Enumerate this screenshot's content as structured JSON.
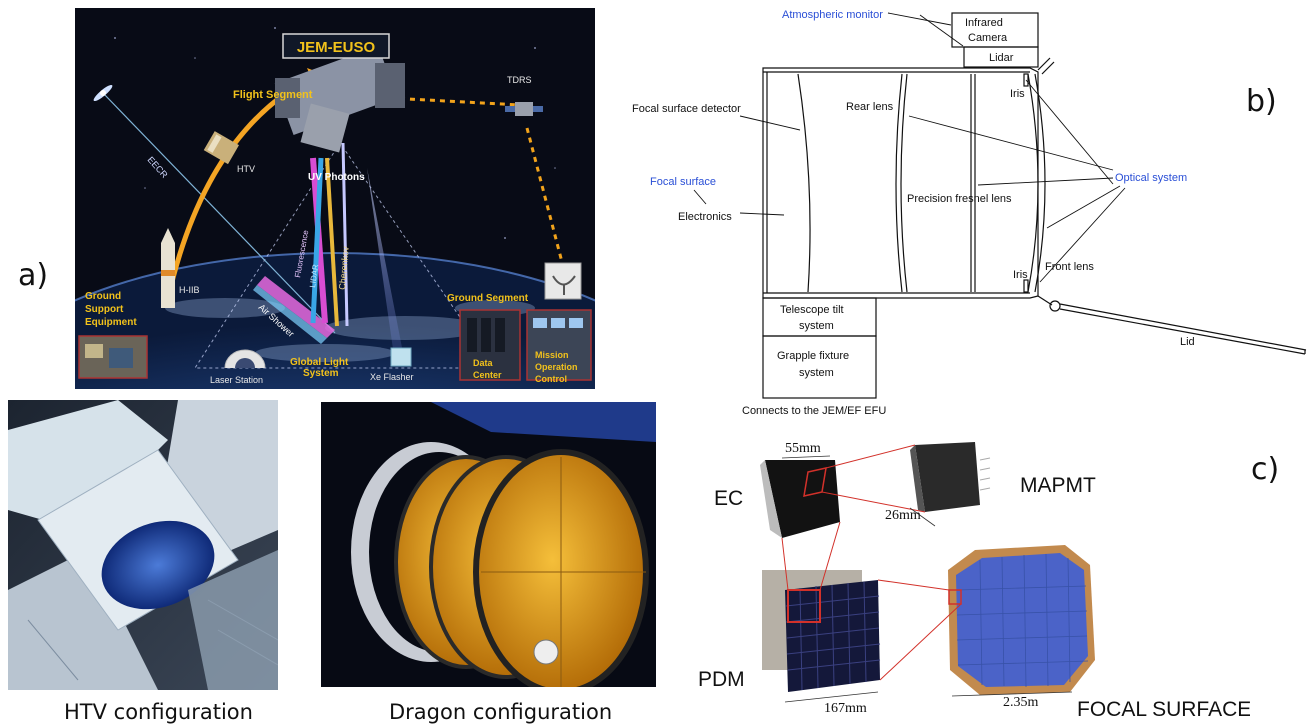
{
  "panel_labels": {
    "a": "a)",
    "b": "b)",
    "c": "c)"
  },
  "panel_a": {
    "title": "JEM-EUSO",
    "flight_segment": "Flight Segment",
    "tdrs": "TDRS",
    "eecr": "EECR",
    "htv": "HTV",
    "h2b": "H-IIB",
    "uv_photons": "UV Photons",
    "fluorescence": "Fluorescence",
    "lidar": "LIDAR",
    "cherenkov": "Cherenkov",
    "air_shower": "Air Shower",
    "ground_support_1": "Ground",
    "ground_support_2": "Support",
    "ground_support_3": "Equipment",
    "ground_segment": "Ground Segment",
    "laser_station": "Laser Station",
    "global_light_1": "Global Light",
    "global_light_2": "System",
    "xe_flasher": "Xe Flasher",
    "data_center_1": "Data",
    "data_center_2": "Center",
    "mission_1": "Mission",
    "mission_2": "Operation",
    "mission_3": "Control"
  },
  "panel_b": {
    "atmospheric_monitor": "Atmospheric monitor",
    "infrared_camera_1": "Infrared",
    "infrared_camera_2": "Camera",
    "lidar": "Lidar",
    "focal_surface_detector": "Focal surface detector",
    "rear_lens": "Rear lens",
    "iris_top": "Iris",
    "focal_surface": "Focal surface",
    "electronics": "Electronics",
    "optical_system": "Optical system",
    "precision_fresnel": "Precision fresnel lens",
    "iris_bottom": "Iris",
    "front_lens": "Front lens",
    "tilt_1": "Telescope tilt",
    "tilt_2": "system",
    "grapple_1": "Grapple fixture",
    "grapple_2": "system",
    "lid": "Lid",
    "connects": "Connects to the JEM/EF EFU"
  },
  "panel_c": {
    "dim_55": "55mm",
    "ec": "EC",
    "mapmt": "MAPMT",
    "dim_26": "26mm",
    "pdm": "PDM",
    "dim_167": "167mm",
    "dim_235": "2.35m",
    "focal_surface": "FOCAL SURFACE"
  },
  "captions": {
    "htv": "HTV configuration",
    "dragon": "Dragon configuration"
  },
  "colors": {
    "accent_blue": "#2a4fd6",
    "label_yellow": "#f2c21b",
    "space_dark": "#0b0f1e",
    "grid_red": "#d2312a",
    "fresnel_orange": "#e9a21a"
  }
}
